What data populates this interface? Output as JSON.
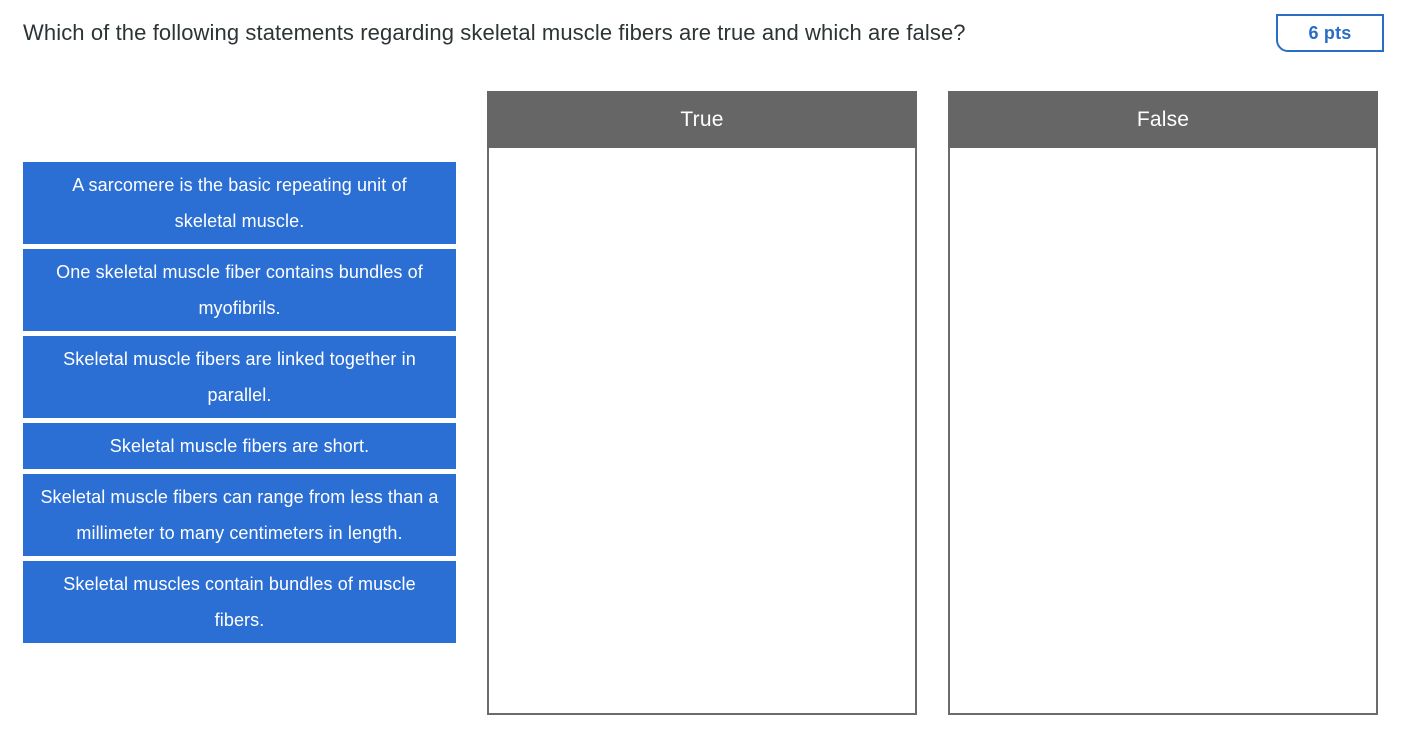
{
  "question": {
    "prompt": "Which of the following statements regarding skeletal muscle fibers are true and which are false?",
    "points_label": "6 pts"
  },
  "answer_bank": {
    "tiles": [
      {
        "label": "A sarcomere is the basic repeating unit of skeletal muscle."
      },
      {
        "label": "One skeletal muscle fiber contains bundles of myofibrils."
      },
      {
        "label": "Skeletal muscle fibers are linked together in parallel."
      },
      {
        "label": "Skeletal muscle fibers are short."
      },
      {
        "label": "Skeletal muscle fibers can range from less than a millimeter to many centimeters in length."
      },
      {
        "label": "Skeletal muscles contain bundles of muscle fibers."
      }
    ]
  },
  "dropzones": [
    {
      "key": "true",
      "header": "True",
      "items": []
    },
    {
      "key": "false",
      "header": "False",
      "items": []
    }
  ],
  "colors": {
    "tile_blue": "#2b6fd4",
    "header_gray": "#666666",
    "badge_blue": "#2b6cc4",
    "text_dark": "#2d3436",
    "border_gray": "#6b6b6b"
  }
}
